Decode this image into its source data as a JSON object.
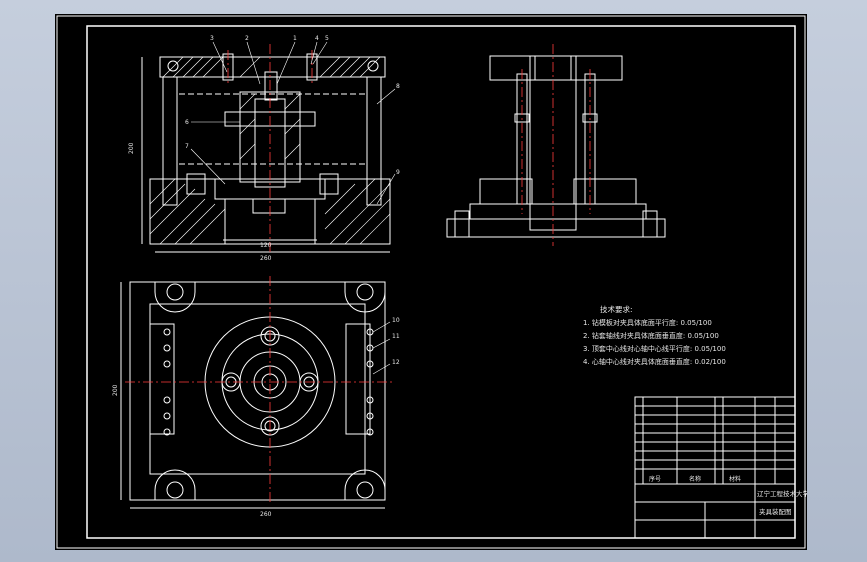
{
  "colors": {
    "background": "#000000",
    "line": "#ffffff",
    "center_line": "#ff3b3b",
    "annotation": "#e7e7e7",
    "window": "#b7c1d2"
  },
  "tech_requirements": {
    "title": "技术要求:",
    "items": [
      "1. 钻模板对夹具体底面平行度: 0.05/100",
      "2. 钻套轴线对夹具体底面垂直度: 0.05/100",
      "3. 顶套中心线对心轴中心线平行度: 0.05/100",
      "4. 心轴中心线对夹具体底面垂直度: 0.02/100"
    ]
  },
  "title_block": {
    "school": "辽宁工程技术大学",
    "drawing_name": "夹具装配图",
    "header_seq": "序号",
    "header_name": "名称",
    "header_material": "材料"
  },
  "part_labels": [
    "3",
    "2",
    "1",
    "4",
    "5",
    "6",
    "7",
    "8",
    "9",
    "10",
    "11",
    "12"
  ],
  "dimensions": {
    "front_width": "260",
    "front_height": "200",
    "inner_width": "120",
    "top_width": "260",
    "side_height": "200"
  }
}
